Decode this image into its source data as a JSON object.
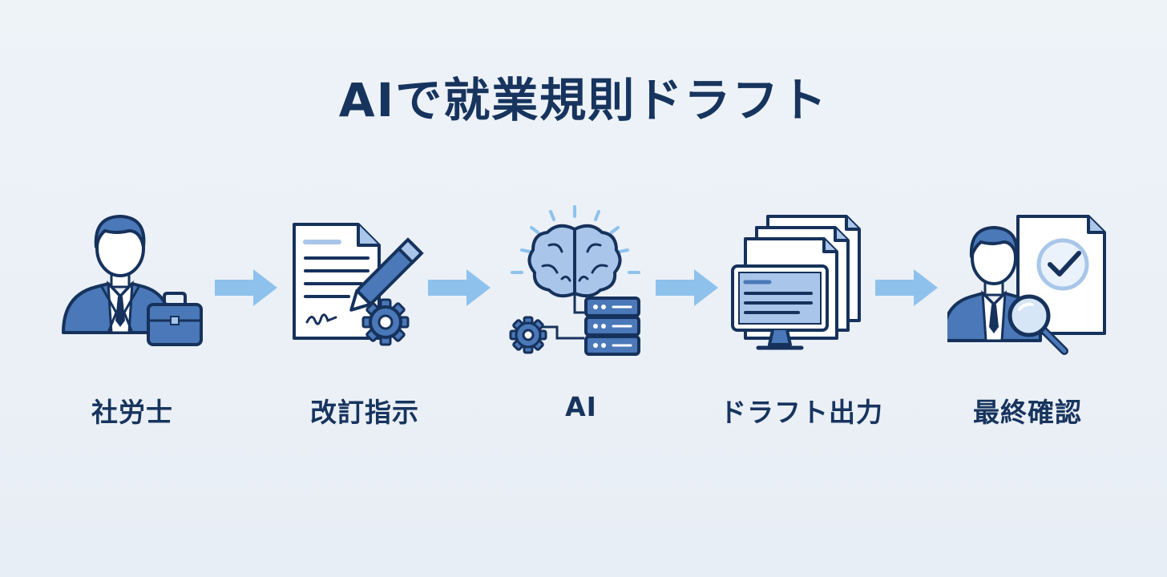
{
  "title": "AIで就業規則ドラフト",
  "steps": [
    {
      "label": "社労士",
      "icon": "consultant-with-briefcase-icon"
    },
    {
      "label": "改訂指示",
      "icon": "document-pen-gear-icon"
    },
    {
      "label": "AI",
      "icon": "brain-server-icon"
    },
    {
      "label": "ドラフト出力",
      "icon": "monitor-documents-icon"
    },
    {
      "label": "最終確認",
      "icon": "person-magnifier-check-icon"
    }
  ],
  "colors": {
    "title": "#17345e",
    "stroke": "#16325c",
    "fill_mid": "#4a78b8",
    "fill_light": "#a9c6ea",
    "arrow": "#8ec2ec",
    "background": "#eef3f8"
  }
}
